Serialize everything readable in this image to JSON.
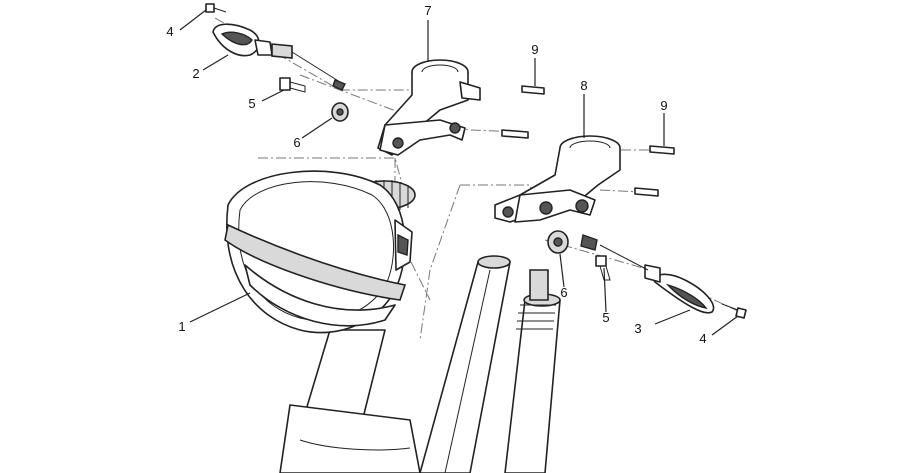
{
  "callouts": [
    {
      "id": "c1",
      "label": "1"
    },
    {
      "id": "c2",
      "label": "2"
    },
    {
      "id": "c3",
      "label": "3"
    },
    {
      "id": "c4a",
      "label": "4"
    },
    {
      "id": "c4b",
      "label": "4"
    },
    {
      "id": "c5a",
      "label": "5"
    },
    {
      "id": "c5b",
      "label": "5"
    },
    {
      "id": "c6a",
      "label": "6"
    },
    {
      "id": "c6b",
      "label": "6"
    },
    {
      "id": "c7",
      "label": "7"
    },
    {
      "id": "c8",
      "label": "8"
    },
    {
      "id": "c9a",
      "label": "9"
    },
    {
      "id": "c9b",
      "label": "9"
    }
  ],
  "colors": {
    "line": "#222222",
    "dash": "#777777",
    "shade": "#d9d9d9",
    "background": "#ffffff"
  }
}
